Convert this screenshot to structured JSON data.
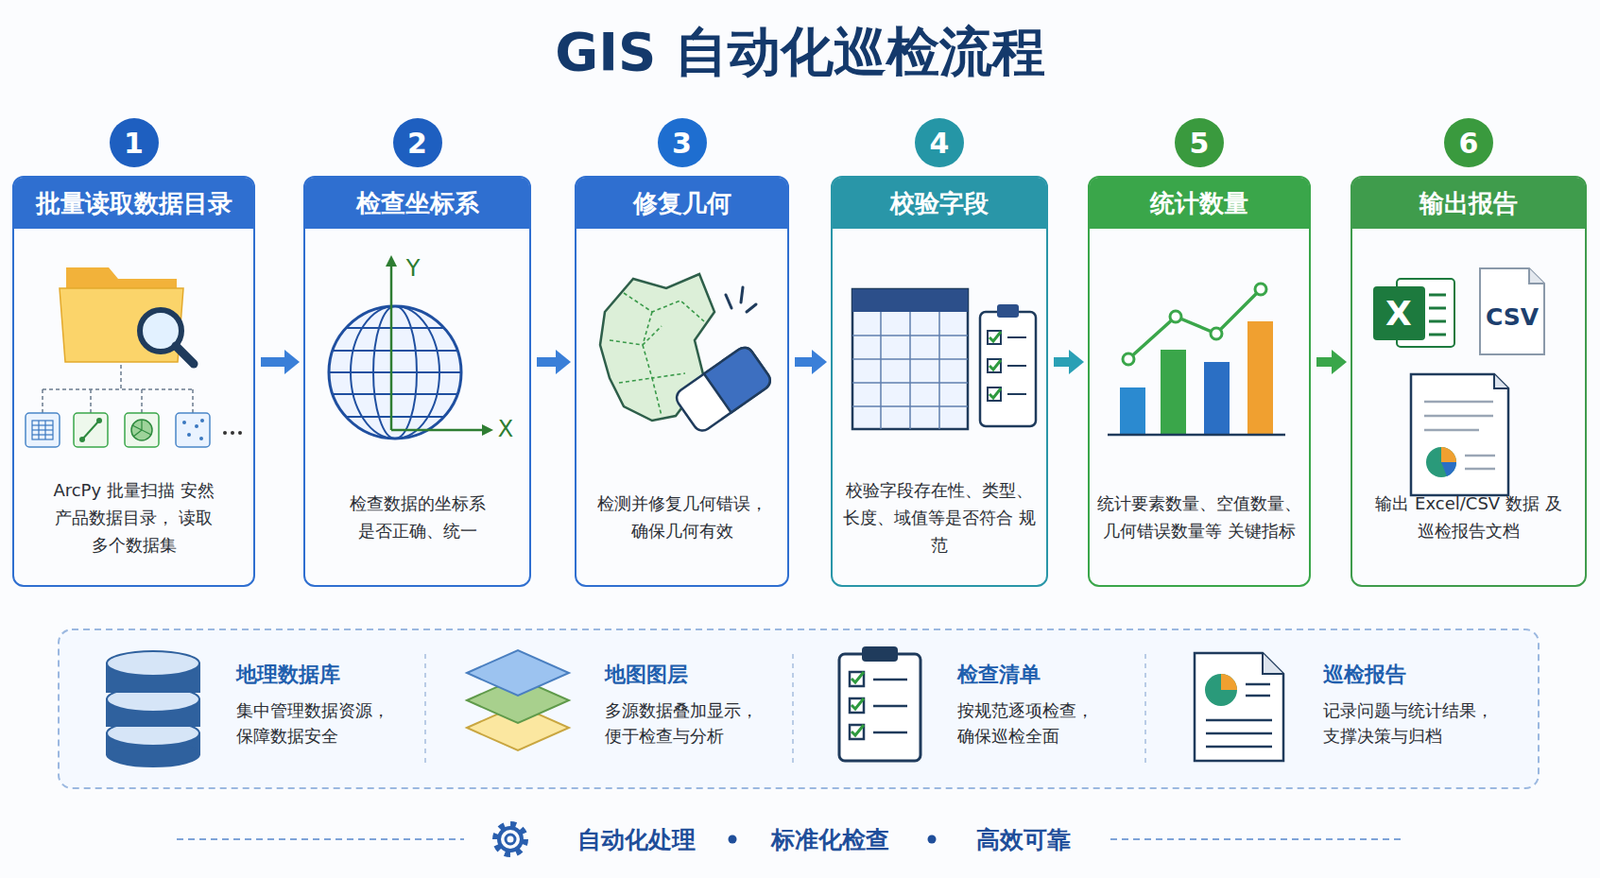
{
  "diagram": {
    "title": "GIS 自动化巡检流程",
    "nodes": [
      {
        "text": [
          "1",
          "批量读取数据目录",
          "ArcPy 批量扫描 安然产品数据目录， 读取多个数据集"
        ]
      },
      {
        "text": [
          "2",
          "检查坐标系",
          "检查数据的坐标系 是否正确、统一"
        ]
      },
      {
        "text": [
          "3",
          "修复几何",
          "检测并修复几何错误， 确保几何有效"
        ]
      },
      {
        "text": [
          "4",
          "校验字段",
          "校验字段存在性、类型、 长度、域值等是否符合 规范"
        ]
      },
      {
        "text": [
          "5",
          "统计数量",
          "统计要素数量、空值数量、 几何错误数量等 关键指标"
        ]
      },
      {
        "text": [
          "6",
          "输出报告",
          "输出 Excel/CSV 数据 及巡检报告文档"
        ]
      },
      {
        "text": [
          "地理数据库",
          "集中管理数据资源， 保障数据安全"
        ]
      },
      {
        "text": [
          "地图图层",
          "多源数据叠加显示， 便于检查与分析"
        ]
      },
      {
        "text": [
          "检查清单",
          "按规范逐项检查， 确保巡检全面"
        ]
      },
      {
        "text": [
          "巡检报告",
          "记录问题与统计结果， 支撑决策与归档"
        ]
      }
    ],
    "edges": [
      {
        "from": 0,
        "to": 1,
        "arrow": "to"
      },
      {
        "from": 1,
        "to": 2,
        "arrow": "to"
      },
      {
        "from": 2,
        "to": 3,
        "arrow": "to"
      },
      {
        "from": 3,
        "to": 4,
        "arrow": "to"
      },
      {
        "from": 4,
        "to": 5,
        "arrow": "to"
      }
    ],
    "labels": [
      "Y",
      "X",
      "X",
      "CSV",
      "自动化处理",
      "标准化检查",
      "高效可靠"
    ]
  }
}
